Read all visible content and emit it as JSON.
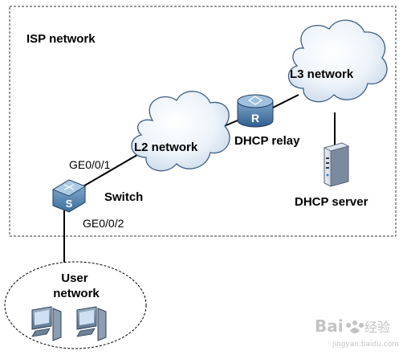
{
  "diagram": {
    "region_label": "ISP network",
    "clouds": {
      "l2": "L2 network",
      "l3": "L3 network"
    },
    "devices": {
      "switch": "Switch",
      "relay": "DHCP relay",
      "server": "DHCP server"
    },
    "ports": {
      "upstream": "GE0/0/1",
      "downstream": "GE0/0/2"
    },
    "user_network_label": "User network",
    "user_network_lines": [
      "User",
      "network"
    ]
  },
  "watermark": {
    "brand": "Bai",
    "brand_tail": "经验",
    "url": "jingyan.baidu.com"
  }
}
